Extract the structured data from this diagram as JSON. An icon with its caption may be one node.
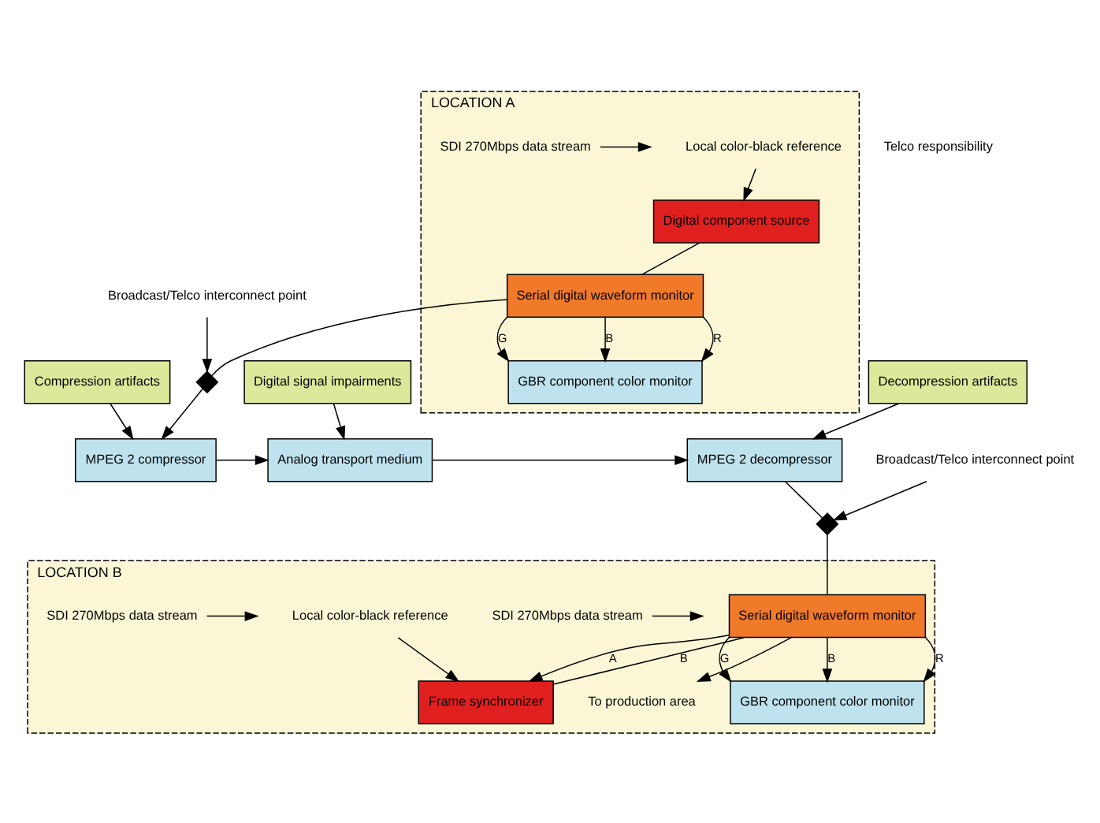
{
  "diagram": {
    "nodes": [
      {
        "text": [
          "LOCATION A"
        ]
      },
      {
        "text": [
          "GBR component color monitor"
        ],
        "in": 0
      },
      {
        "text": [
          "Serial digital waveform monitor"
        ],
        "in": 0
      },
      {
        "text": [
          "Digital component source"
        ],
        "in": 0
      },
      {
        "text": [
          "Local color-black reference"
        ],
        "in": 0
      },
      {
        "text": [
          "SDI 270Mbps data stream"
        ],
        "in": 0
      },
      {
        "text": [],
        "shape": "cross"
      },
      {
        "text": [
          "Broadcast/Telco interconnect point"
        ]
      },
      {
        "text": [
          "LOCATION B"
        ]
      },
      {
        "text": [
          "GBR component color monitor"
        ],
        "in": 8
      },
      {
        "text": [
          "Serial digital waveform monitor"
        ],
        "in": 8
      },
      {
        "text": [
          "To production area"
        ],
        "in": 8
      },
      {
        "text": [
          "SDI 270Mbps data stream"
        ],
        "in": 8
      },
      {
        "text": [
          "Frame synchronizer"
        ],
        "in": 8
      },
      {
        "text": [
          "Local color-black reference"
        ],
        "in": 8
      },
      {
        "text": [
          "SDI 270Mbps data stream"
        ],
        "in": 8
      },
      {
        "text": [],
        "shape": "cross"
      },
      {
        "text": [
          "Broadcast/Telco interconnect point"
        ]
      },
      {
        "text": [
          "MPEG 2 compressor"
        ]
      },
      {
        "text": [
          "Analog transport medium"
        ]
      },
      {
        "text": [
          "MPEG 2 decompressor"
        ]
      },
      {
        "text": [
          "Compression artifacts"
        ]
      },
      {
        "text": [
          "Digital signal impairments"
        ]
      },
      {
        "text": [
          "Decompression artifacts"
        ]
      }
    ],
    "edges": [
      {
        "from": 2,
        "to": 1,
        "arrow": "to",
        "label": "G"
      },
      {
        "from": 2,
        "to": 1,
        "arrow": "to",
        "label": "B"
      },
      {
        "from": 2,
        "to": 1,
        "arrow": "to",
        "label": "R"
      },
      {
        "from": 3,
        "to": 2,
        "arrow": "none"
      },
      {
        "from": 4,
        "to": 3,
        "arrow": "to"
      },
      {
        "from": 2,
        "to": 6,
        "arrow": "none"
      },
      {
        "from": 5,
        "to": null,
        "arrow": "to"
      },
      {
        "from": 7,
        "to": 6,
        "arrow": "to"
      },
      {
        "from": 6,
        "to": 18,
        "arrow": "to"
      },
      {
        "from": 18,
        "to": 19,
        "arrow": "to"
      },
      {
        "from": 19,
        "to": 20,
        "arrow": "to"
      },
      {
        "from": 21,
        "to": 18,
        "arrow": "to"
      },
      {
        "from": 22,
        "to": 19,
        "arrow": "to"
      },
      {
        "from": 23,
        "to": 20,
        "arrow": "to"
      },
      {
        "from": 20,
        "to": 16,
        "arrow": "none"
      },
      {
        "from": 17,
        "to": 16,
        "arrow": "to"
      },
      {
        "from": 15,
        "to": null,
        "arrow": "to"
      },
      {
        "from": 16,
        "to": 10,
        "arrow": "none"
      },
      {
        "from": 10,
        "to": 13,
        "arrow": "to",
        "label": "A"
      },
      {
        "from": 13,
        "to": 10,
        "arrow": "none",
        "label": "B"
      },
      {
        "from": 12,
        "to": null,
        "arrow": "to"
      },
      {
        "from": 14,
        "to": 13,
        "arrow": "to"
      },
      {
        "from": 10,
        "to": 11,
        "arrow": "to"
      },
      {
        "from": 10,
        "to": 9,
        "arrow": "to",
        "label": "G"
      },
      {
        "from": 10,
        "to": 9,
        "arrow": "to",
        "label": "B"
      },
      {
        "from": 10,
        "to": 9,
        "arrow": "to",
        "label": "R"
      }
    ],
    "labels": [
      "Telco responsibility"
    ]
  }
}
